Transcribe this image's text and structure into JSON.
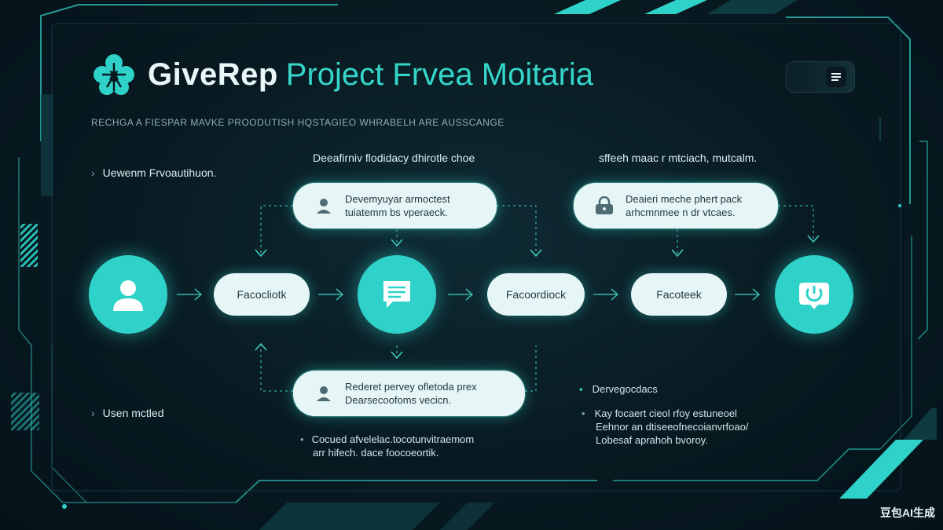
{
  "header": {
    "brand": "GiveRep",
    "title_rest": "Project Frvea Moitaria",
    "subtitle": "RECHGA A FIESPAR MAVKE PROODUTISH HQSTAGIEO WHRABELH ARE AUSSCANGE"
  },
  "side_labels": {
    "top": "Uewenm Frvoautihuon.",
    "bottom": "Usen mctled"
  },
  "column_heads": {
    "left": "Deeafirniv flodidacy dhirotle choe",
    "right": "sffeeh maac r mtciach, mutcalm."
  },
  "pills": {
    "top_left": {
      "line1": "Devemyuyar armoctest",
      "line2": "tuiatemm bs vperaeck.",
      "icon": "user-icon"
    },
    "top_right": {
      "line1": "Deaieri meche phert pack",
      "line2": "arhcmnmee n dr vtcaes.",
      "icon": "lock-icon"
    },
    "bottom": {
      "line1": "Rederet pervey ofletoda prex",
      "line2": "Dearsecoofoms vecicn.",
      "icon": "user-icon"
    }
  },
  "flow_buttons": {
    "first": "Facocliotk",
    "second": "Facoordiock",
    "third": "Facoteek"
  },
  "notes": {
    "bottom_center": {
      "line1": "Cocued afvelelac.tocotunvitraemom",
      "line2": "arr hifech. dace foocoeortik."
    },
    "right_head": "Dervegocdacs",
    "right_lines": [
      "Kay focaert cieol rfoy estuneoel",
      "Eehnor an dtiseeofnecoianvrfoao/",
      "Lobesaf aprahoh bvoroy."
    ]
  },
  "colors": {
    "accent": "#2fd2c8",
    "bg": "#081a21",
    "pill": "#e6f6f7"
  },
  "watermark": "豆包AI生成"
}
